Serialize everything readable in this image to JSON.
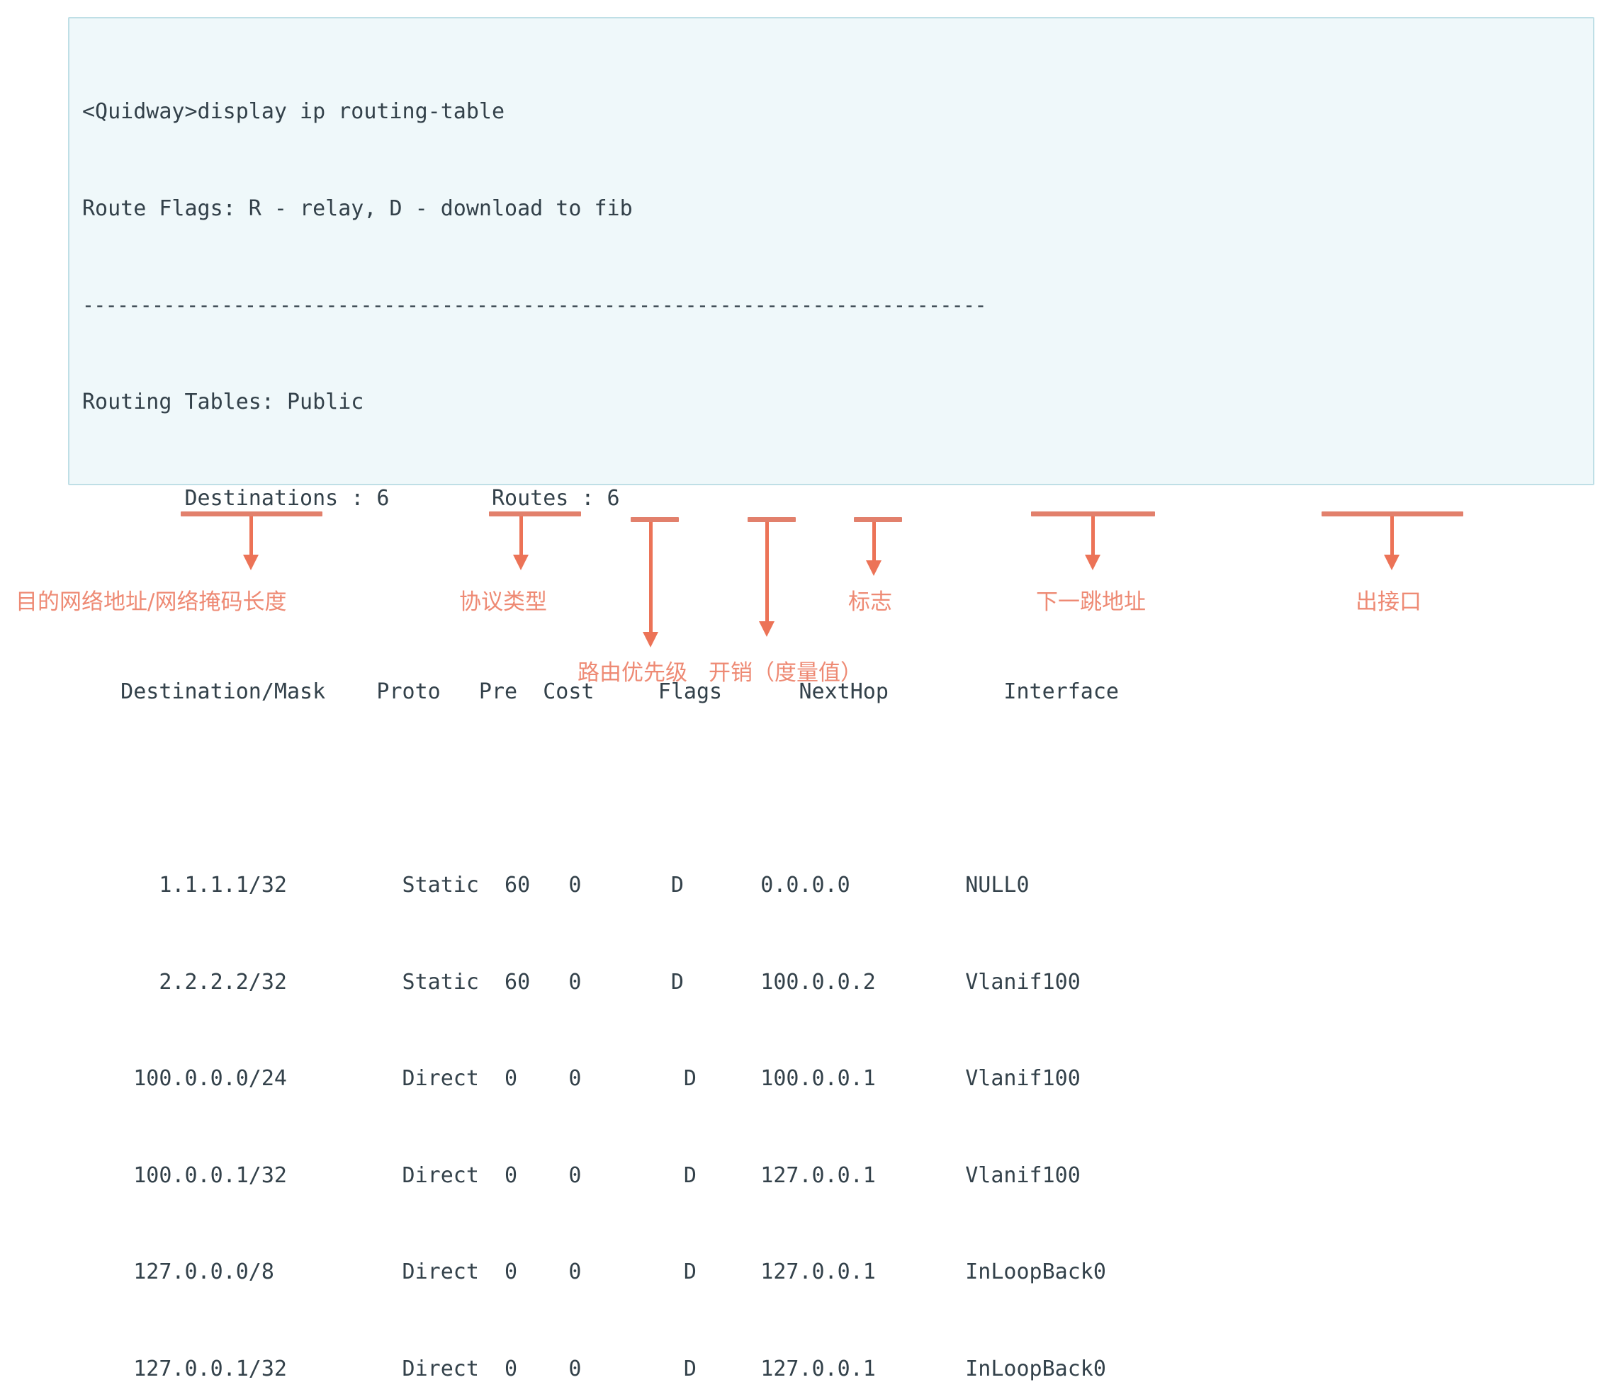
{
  "terminal": {
    "prompt_line": "<Quidway>display ip routing-table",
    "flags_line": "Route Flags: R - relay, D - download to fib",
    "separator": "------------------------------------------------------------------------------",
    "routing_tables_line": "Routing Tables: Public",
    "counts_line": "        Destinations : 6        Routes : 6",
    "destinations_label": "Destinations",
    "destinations_count": "6",
    "routes_label": "Routes",
    "routes_count": "6",
    "header_line": "   Destination/Mask    Proto   Pre  Cost     Flags      NextHop         Interface",
    "columns": [
      "Destination/Mask",
      "Proto",
      "Pre",
      "Cost",
      "Flags",
      "NextHop",
      "Interface"
    ],
    "rows": [
      {
        "line": "      1.1.1.1/32         Static  60   0       D      0.0.0.0         NULL0",
        "destination": "1.1.1.1/32",
        "proto": "Static",
        "pre": "60",
        "cost": "0",
        "flags": "D",
        "nexthop": "0.0.0.0",
        "interface": "NULL0"
      },
      {
        "line": "      2.2.2.2/32         Static  60   0       D      100.0.0.2       Vlanif100",
        "destination": "2.2.2.2/32",
        "proto": "Static",
        "pre": "60",
        "cost": "0",
        "flags": "D",
        "nexthop": "100.0.0.2",
        "interface": "Vlanif100"
      },
      {
        "line": "    100.0.0.0/24         Direct  0    0        D     100.0.0.1       Vlanif100",
        "destination": "100.0.0.0/24",
        "proto": "Direct",
        "pre": "0",
        "cost": "0",
        "flags": "D",
        "nexthop": "100.0.0.1",
        "interface": "Vlanif100"
      },
      {
        "line": "    100.0.0.1/32         Direct  0    0        D     127.0.0.1       Vlanif100",
        "destination": "100.0.0.1/32",
        "proto": "Direct",
        "pre": "0",
        "cost": "0",
        "flags": "D",
        "nexthop": "127.0.0.1",
        "interface": "Vlanif100"
      },
      {
        "line": "    127.0.0.0/8          Direct  0    0        D     127.0.0.1       InLoopBack0",
        "destination": "127.0.0.0/8",
        "proto": "Direct",
        "pre": "0",
        "cost": "0",
        "flags": "D",
        "nexthop": "127.0.0.1",
        "interface": "InLoopBack0"
      },
      {
        "line": "    127.0.0.1/32         Direct  0    0        D     127.0.0.1       InLoopBack0",
        "destination": "127.0.0.1/32",
        "proto": "Direct",
        "pre": "0",
        "cost": "0",
        "flags": "D",
        "nexthop": "127.0.0.1",
        "interface": "InLoopBack0"
      }
    ]
  },
  "annotations": [
    {
      "label": "目的网络地址/网络掩码长度",
      "target_column": "Destination/Mask"
    },
    {
      "label": "协议类型",
      "target_column": "Proto"
    },
    {
      "label": "路由优先级",
      "target_column": "Pre"
    },
    {
      "label": "开销（度量值）",
      "target_column": "Cost"
    },
    {
      "label": "标志",
      "target_column": "Flags"
    },
    {
      "label": "下一跳地址",
      "target_column": "NextHop"
    },
    {
      "label": "出接口",
      "target_column": "Interface"
    }
  ],
  "colors": {
    "accent": "#ec7357",
    "accent_label": "#ee8a74",
    "terminal_background": "#eff8fa",
    "terminal_border": "#bfdfe6",
    "terminal_text": "#33414a"
  }
}
